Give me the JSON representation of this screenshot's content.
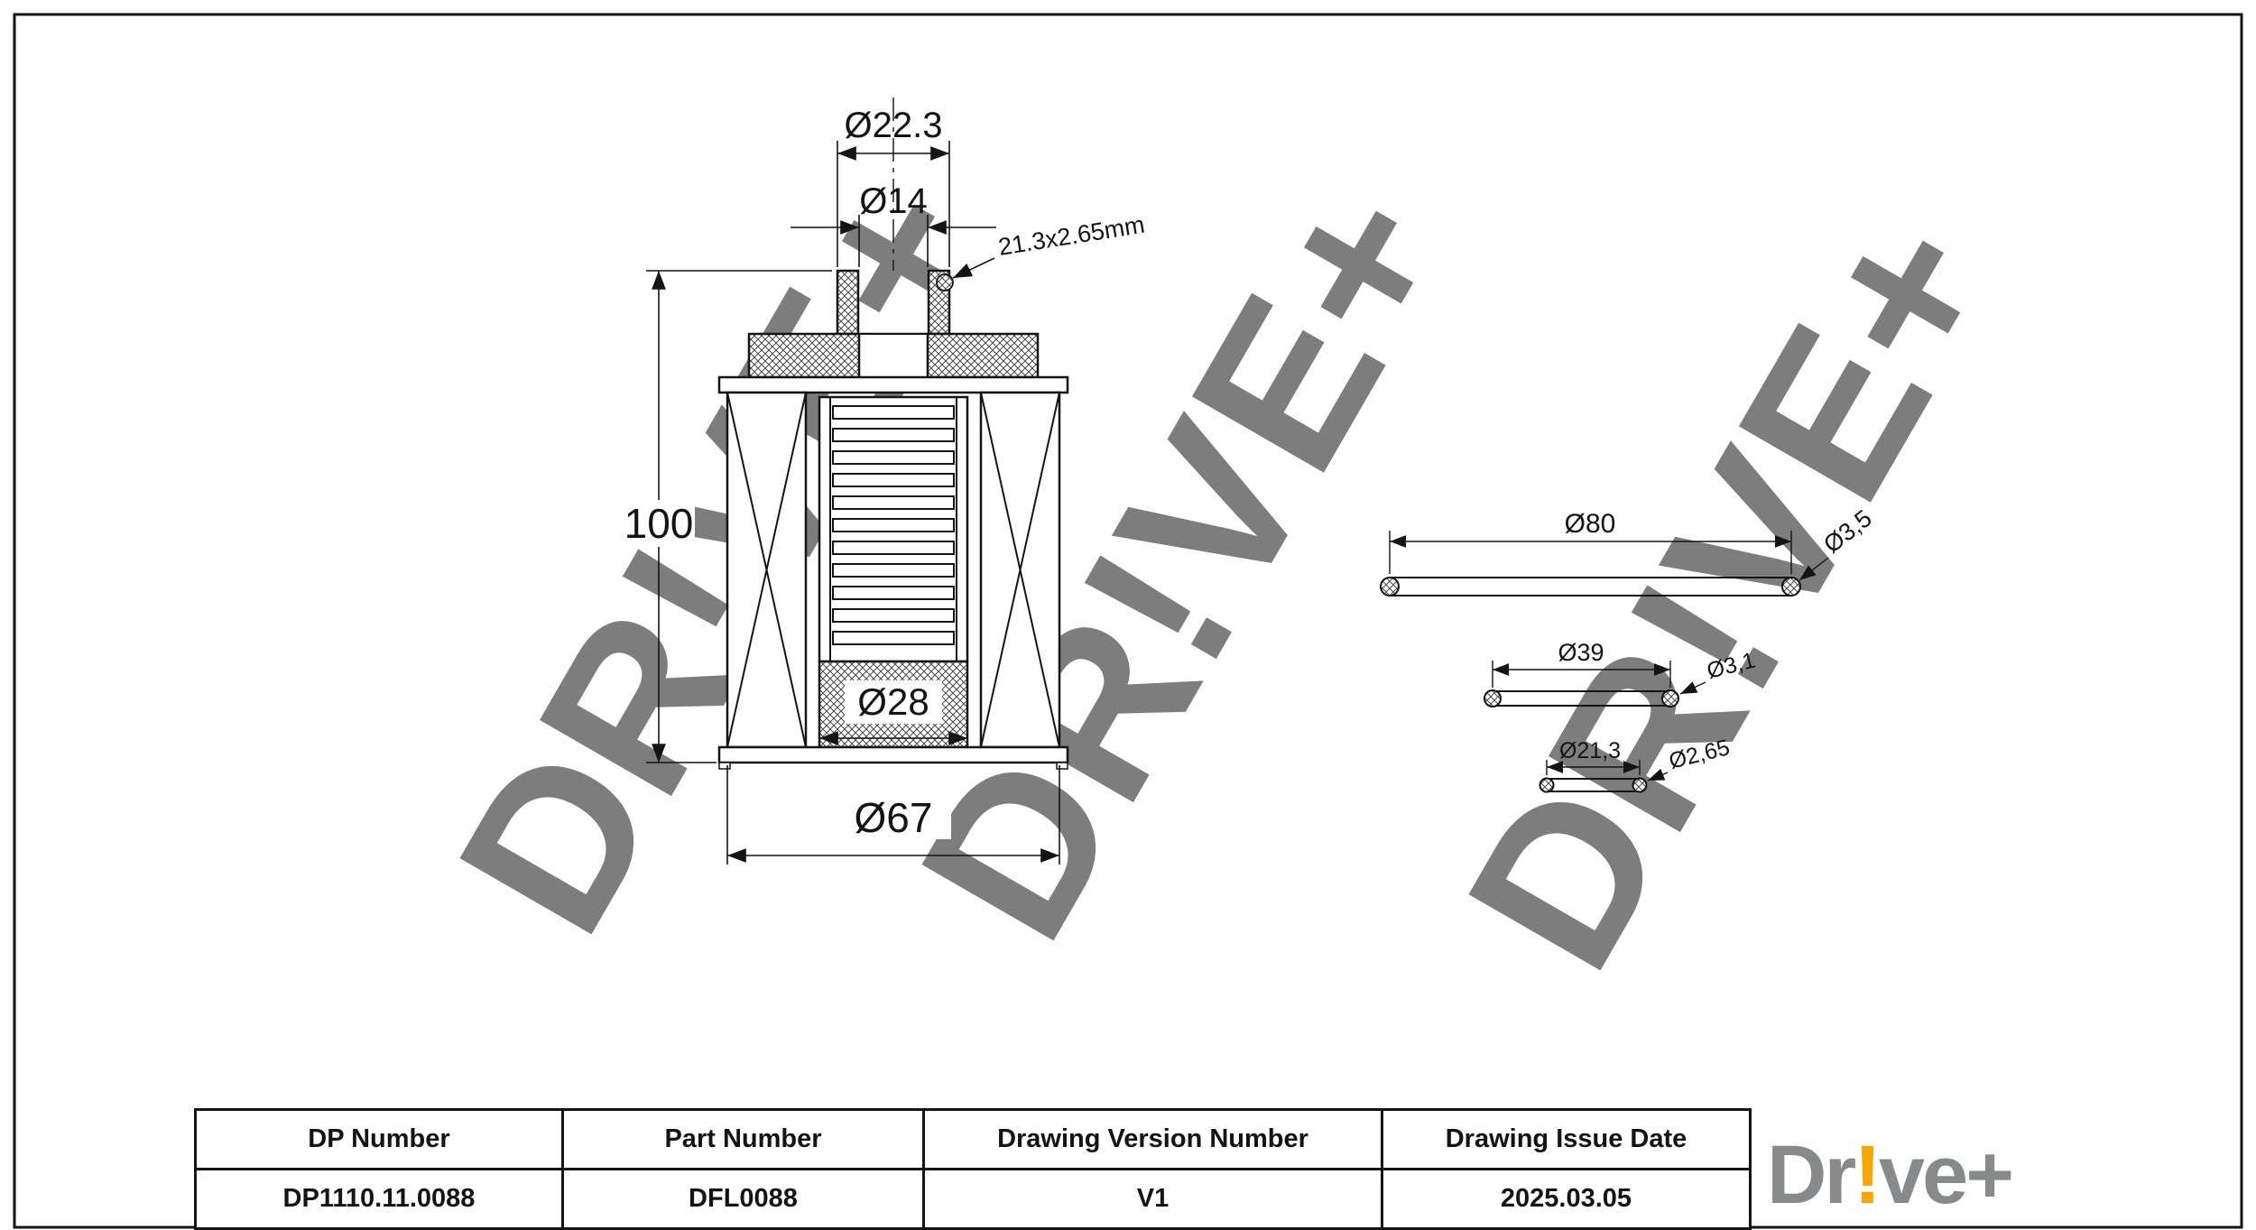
{
  "watermark": {
    "text": "DR!VE+"
  },
  "drawing": {
    "labels": {
      "outer_dia": "Ø22.3",
      "bore_dia": "Ø14",
      "oring_note": "21.3x2.65mm",
      "height": "100",
      "inner_dia": "Ø28",
      "body_dia": "Ø67"
    },
    "orings": [
      {
        "dia": "Ø80",
        "cross_section": "Ø3,5"
      },
      {
        "dia": "Ø39",
        "cross_section": "Ø3,1"
      },
      {
        "dia": "Ø21,3",
        "cross_section": "Ø2,65"
      }
    ]
  },
  "titleblock": {
    "headers": [
      "DP Number",
      "Part Number",
      "Drawing Version Number",
      "Drawing Issue Date"
    ],
    "values": [
      "DP1110.11.0088",
      "DFL0088",
      "V1",
      "2025.03.05"
    ]
  },
  "logo": {
    "pre": "Dr",
    "bang": "!",
    "post": "ve+"
  }
}
